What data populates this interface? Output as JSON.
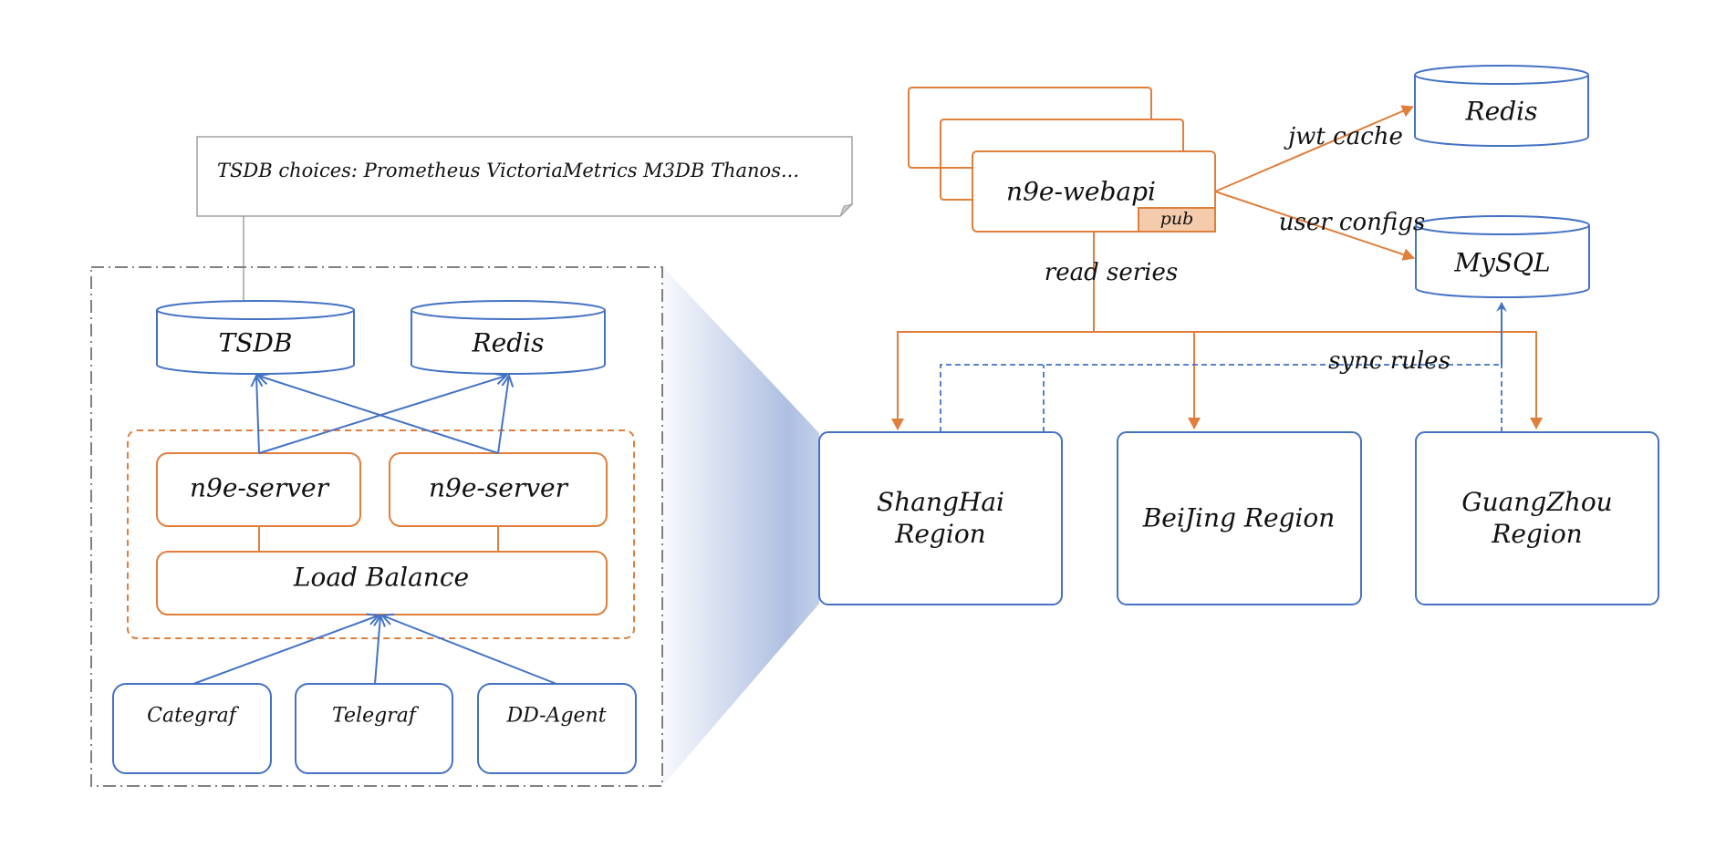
{
  "colors": {
    "orange": "#E07E3C",
    "blue": "#4472C4",
    "gray": "#808080",
    "pub_fill": "#F4CCAC",
    "funnel": "#B0C0E2"
  },
  "note": {
    "text": "TSDB choices: Prometheus VictoriaMetrics M3DB Thanos..."
  },
  "cluster": {
    "storage": [
      {
        "name": "TSDB"
      },
      {
        "name": "Redis"
      }
    ],
    "servers": [
      {
        "name": "n9e-server"
      },
      {
        "name": "n9e-server"
      }
    ],
    "load_balancer": "Load Balance",
    "agents": [
      {
        "name": "Categraf"
      },
      {
        "name": "Telegraf"
      },
      {
        "name": "DD-Agent"
      }
    ]
  },
  "central": {
    "webapi": "n9e-webapi",
    "pub_badge": "pub",
    "redis": "Redis",
    "mysql": "MySQL",
    "edges": {
      "jwt_cache": "jwt cache",
      "user_configs": "user configs",
      "read_series": "read series",
      "sync_rules": "sync rules"
    }
  },
  "regions": [
    {
      "line1": "ShangHai",
      "line2": "Region"
    },
    {
      "line1": "BeiJing Region",
      "line2": ""
    },
    {
      "line1": "GuangZhou",
      "line2": "Region"
    }
  ]
}
